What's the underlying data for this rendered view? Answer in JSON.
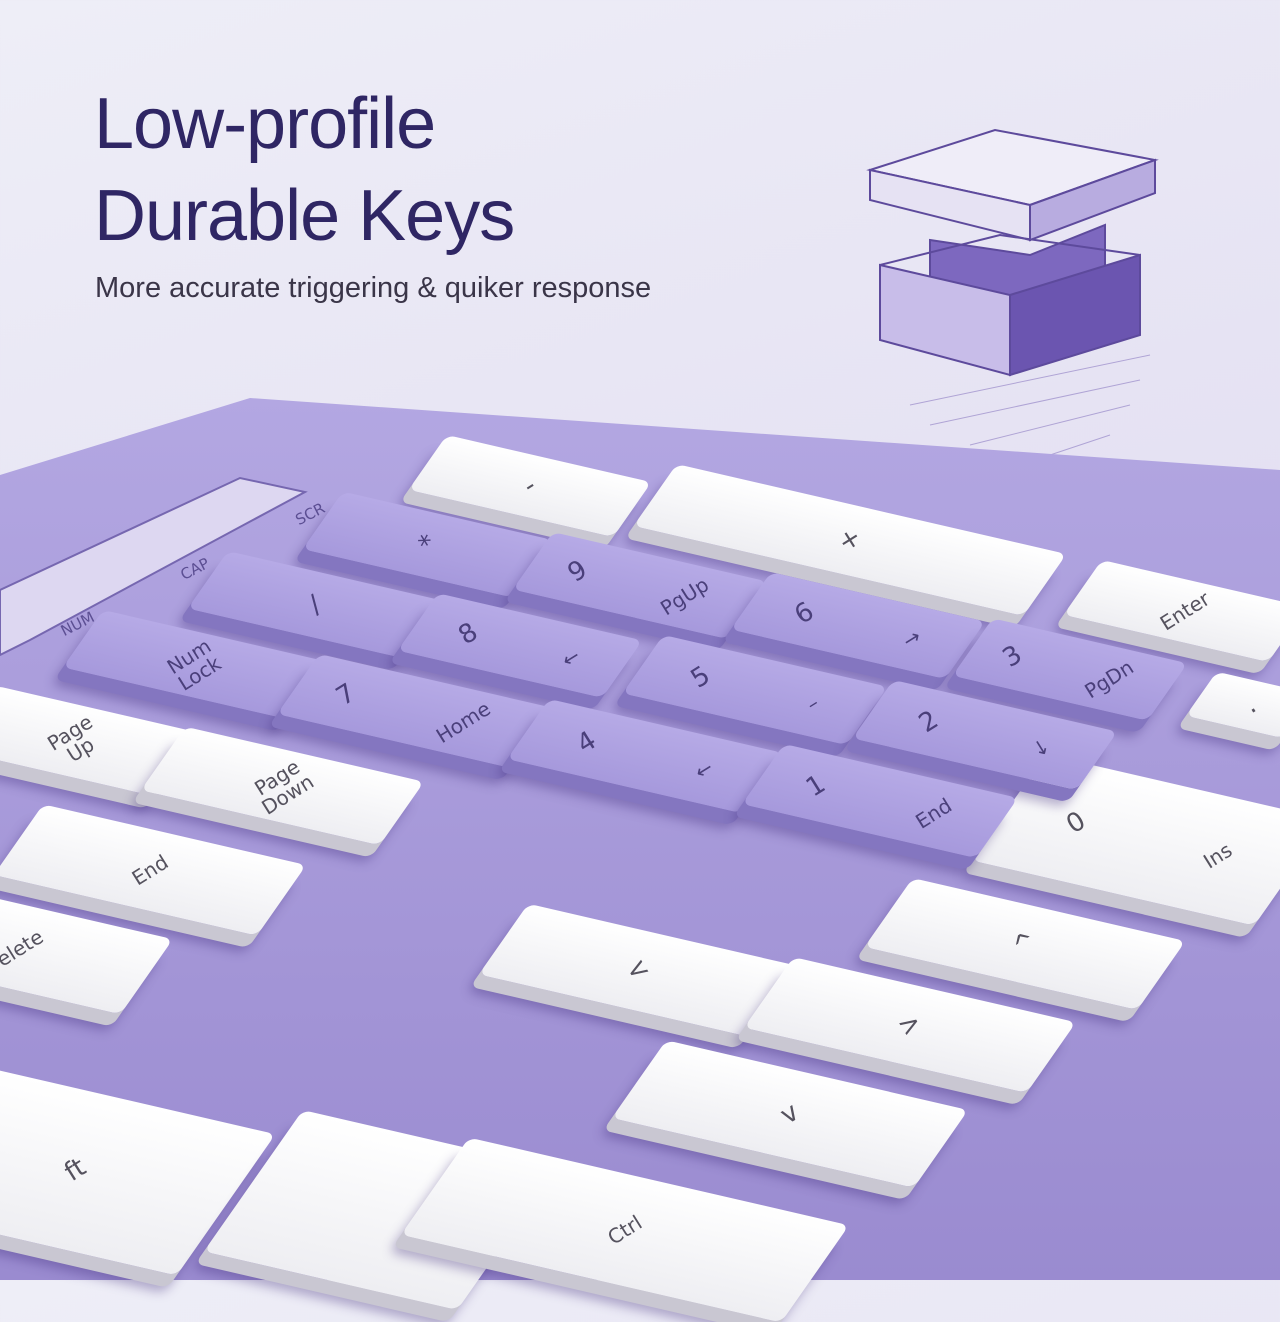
{
  "headline": {
    "line1": "Low-profile",
    "line2": "Durable Keys"
  },
  "subtitle": "More accurate triggering & quiker response",
  "colors": {
    "headline": "#2f2664",
    "keyboard_body": "#a596d8",
    "accent_key": "#b0a3e2",
    "white_key": "#ffffff"
  },
  "indicators": [
    "NUM",
    "CAP",
    "SCR"
  ],
  "numpad_keys": [
    {
      "main": "*",
      "sub": ""
    },
    {
      "main": "/",
      "sub": ""
    },
    {
      "main": "Num\nLock",
      "sub": ""
    },
    {
      "main": "9",
      "sub": "PgUp"
    },
    {
      "main": "8",
      "sub": "←"
    },
    {
      "main": "7",
      "sub": "Home"
    },
    {
      "main": "6",
      "sub": "→"
    },
    {
      "main": "5",
      "sub": "–"
    },
    {
      "main": "4",
      "sub": "←"
    },
    {
      "main": "3",
      "sub": "PgDn"
    },
    {
      "main": "2",
      "sub": "↓"
    },
    {
      "main": "1",
      "sub": "End"
    }
  ],
  "white_keys": [
    {
      "main": "-",
      "sub": ""
    },
    {
      "main": "+",
      "sub": ""
    },
    {
      "main": "Enter",
      "sub": ""
    },
    {
      "main": "0",
      "sub": "Ins"
    },
    {
      "main": "Page\nUp",
      "sub": ""
    },
    {
      "main": "Page\nDown",
      "sub": ""
    },
    {
      "main": "End",
      "sub": ""
    },
    {
      "main": "elete",
      "sub": ""
    },
    {
      "main": "^",
      "sub": ""
    },
    {
      "main": "<",
      "sub": ""
    },
    {
      "main": ">",
      "sub": ""
    },
    {
      "main": "v",
      "sub": ""
    },
    {
      "main": "ft",
      "sub": ""
    },
    {
      "main": "Ctrl",
      "sub": ""
    },
    {
      "main": ".",
      "sub": ""
    }
  ]
}
